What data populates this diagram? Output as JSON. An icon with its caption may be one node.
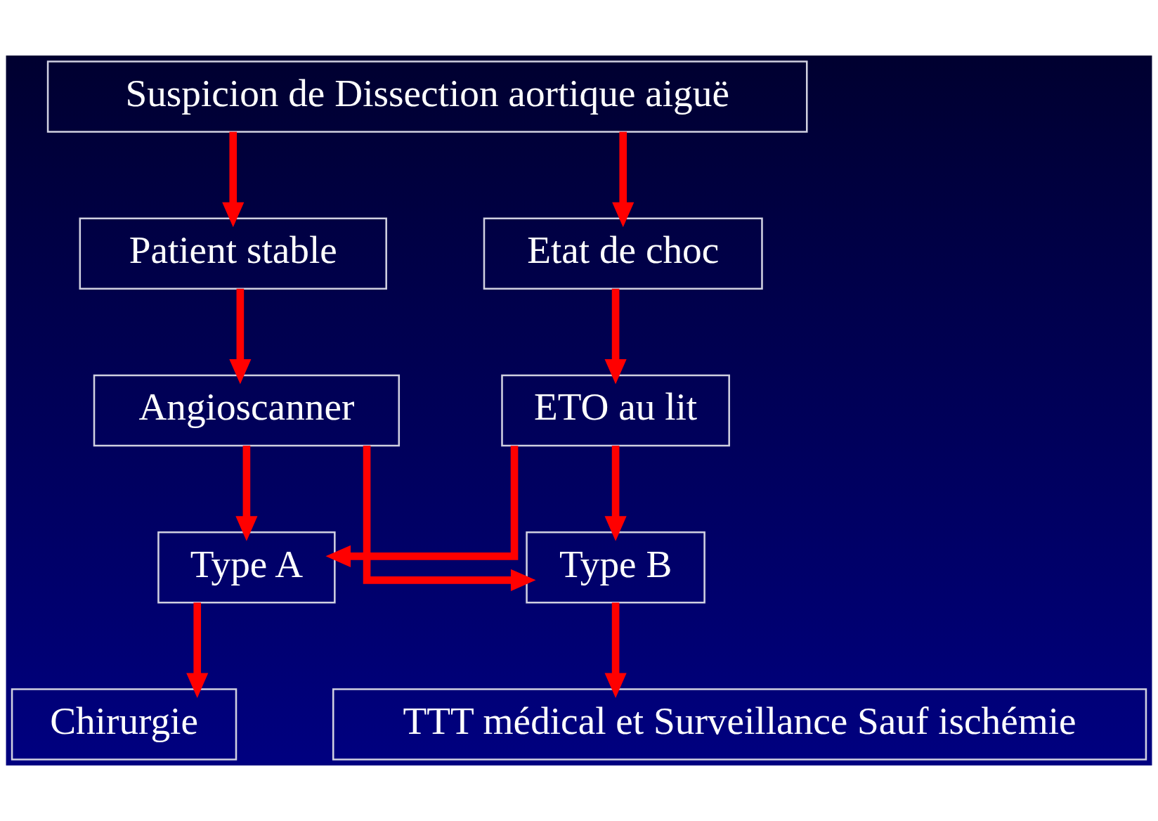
{
  "diagram": {
    "nodes": [
      {
        "text": [
          "Suspicion de Dissection aortique aiguë"
        ]
      },
      {
        "text": [
          "Patient stable"
        ]
      },
      {
        "text": [
          "Etat de choc"
        ]
      },
      {
        "text": [
          "Angioscanner"
        ]
      },
      {
        "text": [
          "ETO au lit"
        ]
      },
      {
        "text": [
          "Type A"
        ]
      },
      {
        "text": [
          "Type B"
        ]
      },
      {
        "text": [
          "Chirurgie"
        ]
      },
      {
        "text": [
          "TTT médical et Surveillance Sauf ischémie"
        ]
      }
    ],
    "edges": [
      {
        "from": 0,
        "to": 1,
        "arrow": "to",
        "color": "#ff0000"
      },
      {
        "from": 0,
        "to": 2,
        "arrow": "to",
        "color": "#ff0000"
      },
      {
        "from": 1,
        "to": 3,
        "arrow": "to",
        "color": "#ff0000"
      },
      {
        "from": 2,
        "to": 4,
        "arrow": "to",
        "color": "#ff0000"
      },
      {
        "from": 3,
        "to": 5,
        "arrow": "to",
        "color": "#ff0000"
      },
      {
        "from": 3,
        "to": 6,
        "arrow": "to",
        "color": "#ff0000"
      },
      {
        "from": 4,
        "to": 5,
        "arrow": "to",
        "color": "#ff0000"
      },
      {
        "from": 4,
        "to": 6,
        "arrow": "to",
        "color": "#ff0000"
      },
      {
        "from": 5,
        "to": 7,
        "arrow": "to",
        "color": "#ff0000"
      },
      {
        "from": 6,
        "to": 8,
        "arrow": "to",
        "color": "#ff0000"
      }
    ]
  }
}
